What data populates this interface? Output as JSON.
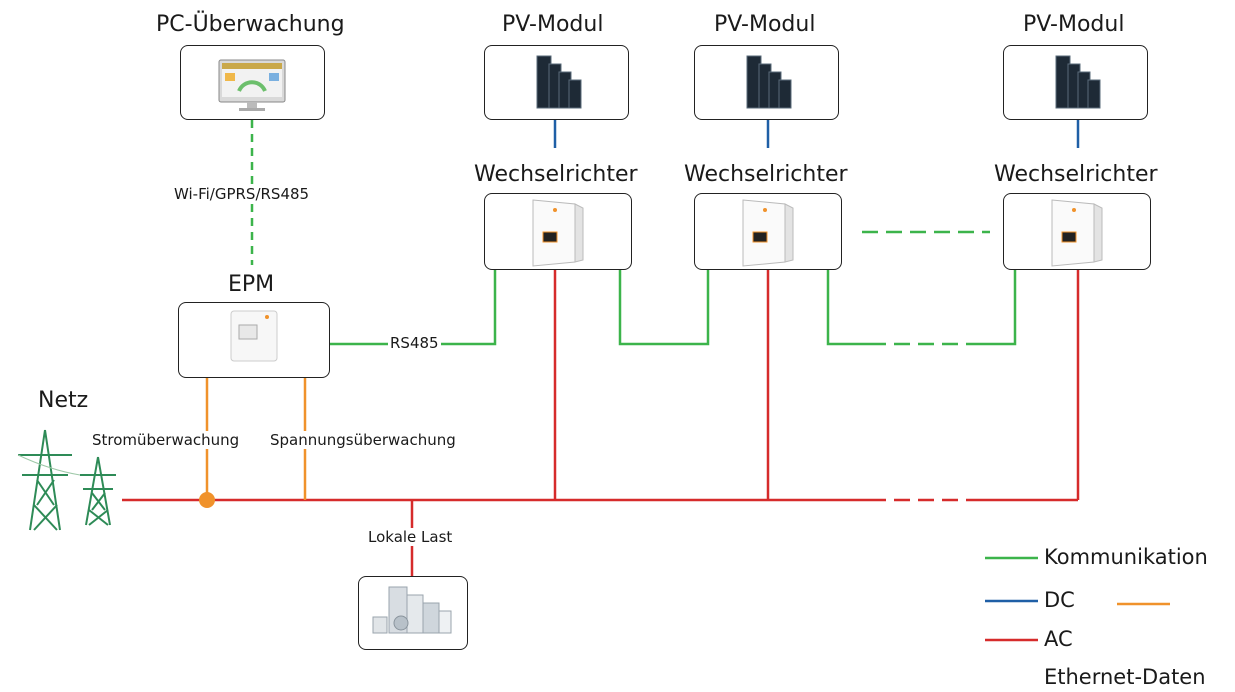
{
  "labels": {
    "pc_monitor": "PC-Überwachung",
    "pv_module": "PV-Modul",
    "inverter": "Wechselrichter",
    "epm": "EPM",
    "grid": "Netz",
    "wifi_gprs": "Wi-Fi/GPRS/RS485",
    "rs485": "RS485",
    "current_monitor": "Stromüberwachung",
    "voltage_monitor": "Spannungsüberwachung",
    "local_load": "Lokale Last"
  },
  "legend": {
    "communication": "Kommunikation",
    "dc": "DC",
    "ac": "AC",
    "ethernet": "Ethernet-Daten"
  },
  "colors": {
    "communication": "#3cb44b",
    "dc": "#1f5fa6",
    "ac": "#d62b2b",
    "ethernet": "#f0922b",
    "outline": "#222222"
  },
  "icons": {
    "pc": "monitor-icon",
    "pv": "solar-panel-icon",
    "inverter": "inverter-icon",
    "epm": "meter-icon",
    "grid": "power-tower-icon",
    "load": "appliances-icon"
  }
}
